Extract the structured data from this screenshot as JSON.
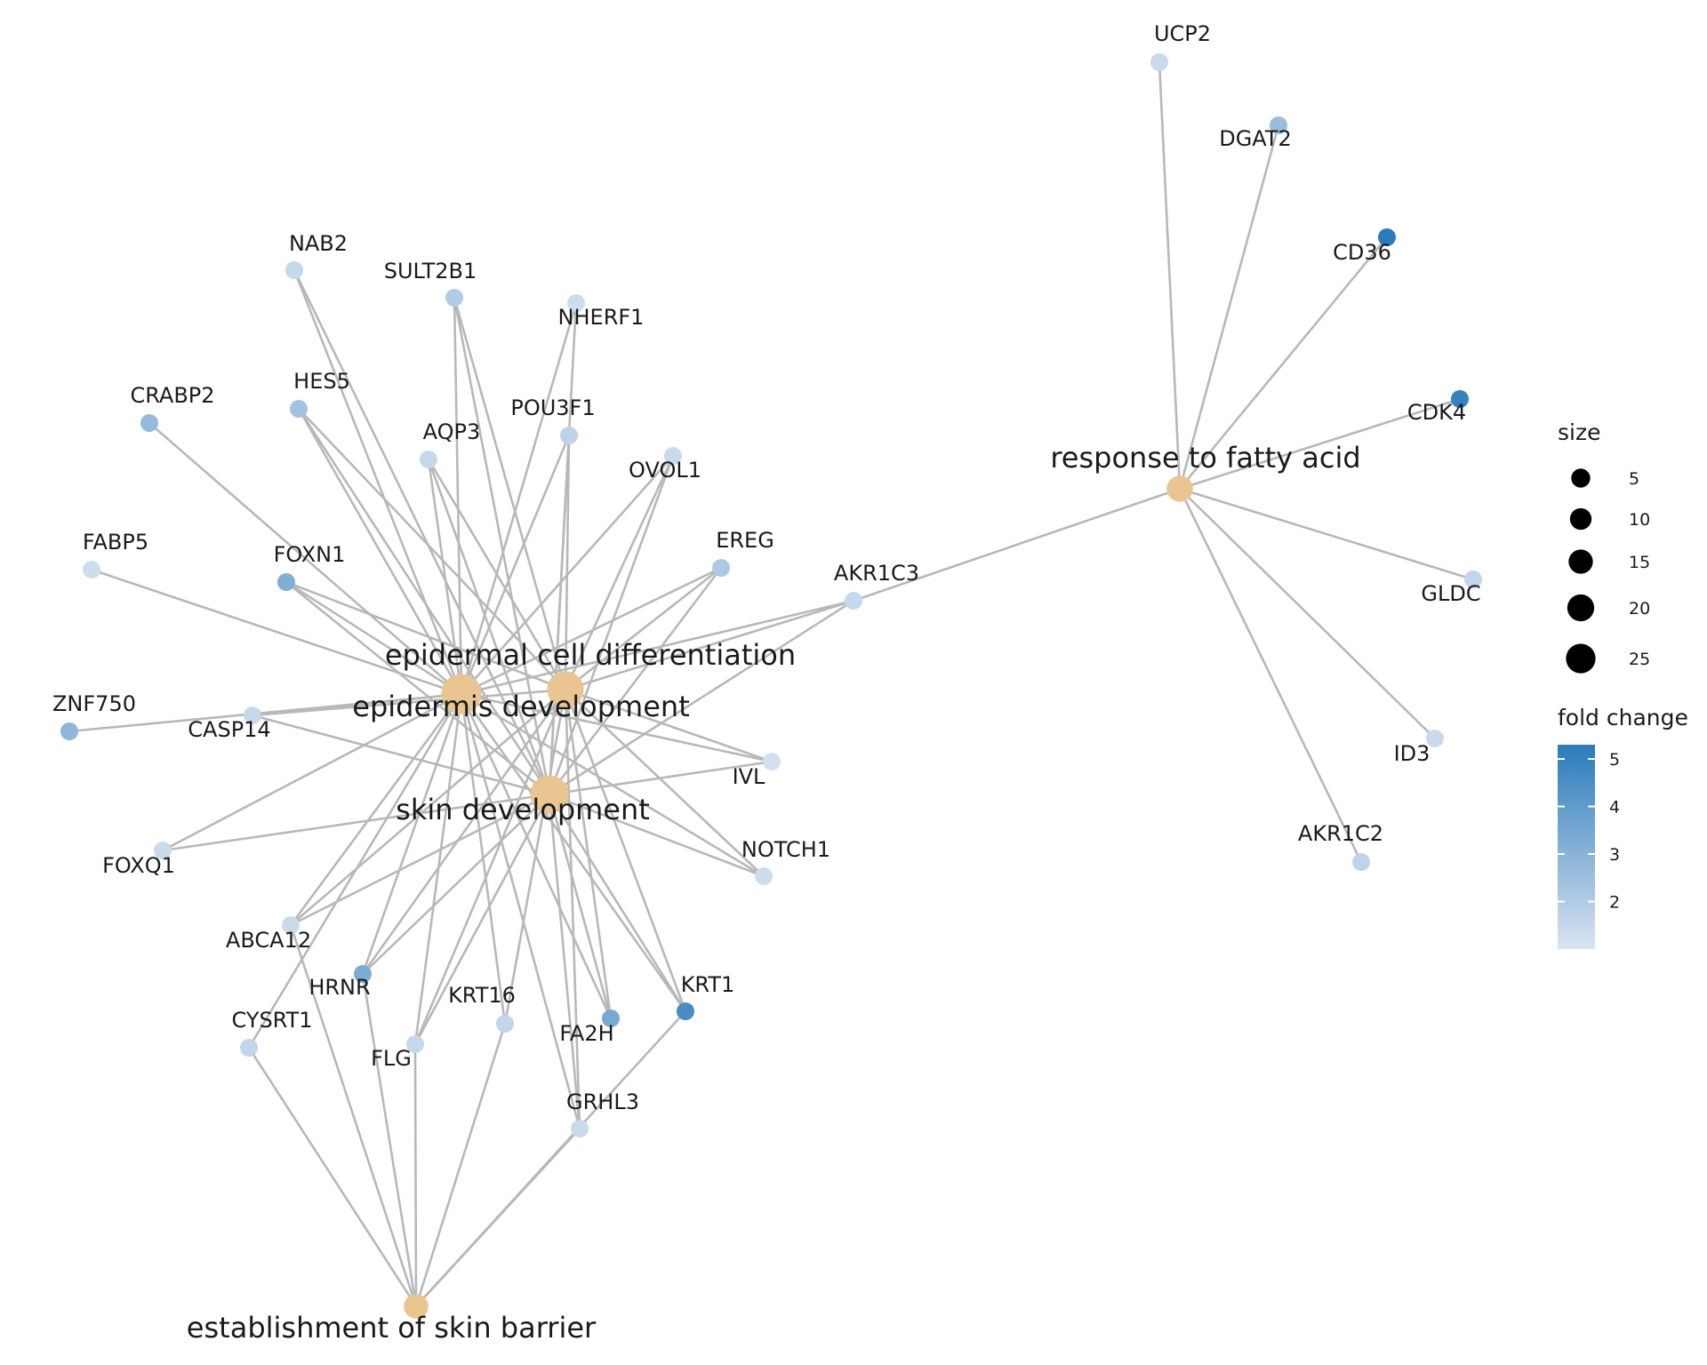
{
  "terms": [
    {
      "id": "epidermal_cell_differentiation",
      "label": "epidermal cell differentiation",
      "size": 22
    },
    {
      "id": "epidermis_development",
      "label": "epidermis development",
      "size": 26
    },
    {
      "id": "skin_development",
      "label": "skin development",
      "size": 24
    },
    {
      "id": "establishment_of_skin_barrier",
      "label": "establishment of skin barrier",
      "size": 8
    },
    {
      "id": "response_to_fatty_acid",
      "label": "response to fatty acid",
      "size": 10
    }
  ],
  "genes": [
    {
      "id": "UCP2",
      "label": "UCP2",
      "fold_change": 1.4
    },
    {
      "id": "DGAT2",
      "label": "DGAT2",
      "fold_change": 2.6
    },
    {
      "id": "CD36",
      "label": "CD36",
      "fold_change": 5.3
    },
    {
      "id": "CDK4",
      "label": "CDK4",
      "fold_change": 5.0
    },
    {
      "id": "GLDC",
      "label": "GLDC",
      "fold_change": 1.6
    },
    {
      "id": "ID3",
      "label": "ID3",
      "fold_change": 1.4
    },
    {
      "id": "AKR1C2",
      "label": "AKR1C2",
      "fold_change": 1.7
    },
    {
      "id": "AKR1C3",
      "label": "AKR1C3",
      "fold_change": 1.5
    },
    {
      "id": "NAB2",
      "label": "NAB2",
      "fold_change": 1.5
    },
    {
      "id": "SULT2B1",
      "label": "SULT2B1",
      "fold_change": 2.0
    },
    {
      "id": "NHERF1",
      "label": "NHERF1",
      "fold_change": 1.3
    },
    {
      "id": "CRABP2",
      "label": "CRABP2",
      "fold_change": 2.7
    },
    {
      "id": "HES5",
      "label": "HES5",
      "fold_change": 2.4
    },
    {
      "id": "POU3F1",
      "label": "POU3F1",
      "fold_change": 1.7
    },
    {
      "id": "AQP3",
      "label": "AQP3",
      "fold_change": 1.5
    },
    {
      "id": "OVOL1",
      "label": "OVOL1",
      "fold_change": 1.4
    },
    {
      "id": "EREG",
      "label": "EREG",
      "fold_change": 2.1
    },
    {
      "id": "FABP5",
      "label": "FABP5",
      "fold_change": 1.3
    },
    {
      "id": "FOXN1",
      "label": "FOXN1",
      "fold_change": 3.2
    },
    {
      "id": "ZNF750",
      "label": "ZNF750",
      "fold_change": 2.9
    },
    {
      "id": "CASP14",
      "label": "CASP14",
      "fold_change": 1.5
    },
    {
      "id": "IVL",
      "label": "IVL",
      "fold_change": 1.2
    },
    {
      "id": "FOXQ1",
      "label": "FOXQ1",
      "fold_change": 1.4
    },
    {
      "id": "NOTCH1",
      "label": "NOTCH1",
      "fold_change": 1.3
    },
    {
      "id": "ABCA12",
      "label": "ABCA12",
      "fold_change": 1.4
    },
    {
      "id": "HRNR",
      "label": "HRNR",
      "fold_change": 3.3
    },
    {
      "id": "CYSRT1",
      "label": "CYSRT1",
      "fold_change": 1.6
    },
    {
      "id": "FLG",
      "label": "FLG",
      "fold_change": 1.5
    },
    {
      "id": "KRT16",
      "label": "KRT16",
      "fold_change": 1.6
    },
    {
      "id": "FA2H",
      "label": "FA2H",
      "fold_change": 3.4
    },
    {
      "id": "KRT1",
      "label": "KRT1",
      "fold_change": 4.6
    },
    {
      "id": "GRHL3",
      "label": "GRHL3",
      "fold_change": 1.4
    }
  ],
  "edges": [
    [
      "NAB2",
      "epidermis_development"
    ],
    [
      "NAB2",
      "skin_development"
    ],
    [
      "SULT2B1",
      "epidermis_development"
    ],
    [
      "SULT2B1",
      "skin_development"
    ],
    [
      "SULT2B1",
      "epidermal_cell_differentiation"
    ],
    [
      "NHERF1",
      "epidermis_development"
    ],
    [
      "NHERF1",
      "skin_development"
    ],
    [
      "CRABP2",
      "epidermis_development"
    ],
    [
      "HES5",
      "epidermis_development"
    ],
    [
      "HES5",
      "skin_development"
    ],
    [
      "HES5",
      "epidermal_cell_differentiation"
    ],
    [
      "POU3F1",
      "epidermis_development"
    ],
    [
      "POU3F1",
      "epidermal_cell_differentiation"
    ],
    [
      "POU3F1",
      "skin_development"
    ],
    [
      "AQP3",
      "epidermis_development"
    ],
    [
      "AQP3",
      "epidermal_cell_differentiation"
    ],
    [
      "AQP3",
      "skin_development"
    ],
    [
      "OVOL1",
      "epidermis_development"
    ],
    [
      "OVOL1",
      "epidermal_cell_differentiation"
    ],
    [
      "OVOL1",
      "skin_development"
    ],
    [
      "EREG",
      "epidermis_development"
    ],
    [
      "EREG",
      "epidermal_cell_differentiation"
    ],
    [
      "EREG",
      "skin_development"
    ],
    [
      "FABP5",
      "epidermis_development"
    ],
    [
      "FOXN1",
      "epidermis_development"
    ],
    [
      "FOXN1",
      "epidermal_cell_differentiation"
    ],
    [
      "FOXN1",
      "skin_development"
    ],
    [
      "ZNF750",
      "epidermis_development"
    ],
    [
      "CASP14",
      "epidermis_development"
    ],
    [
      "CASP14",
      "epidermal_cell_differentiation"
    ],
    [
      "CASP14",
      "skin_development"
    ],
    [
      "AKR1C3",
      "response_to_fatty_acid"
    ],
    [
      "AKR1C3",
      "epidermis_development"
    ],
    [
      "AKR1C3",
      "epidermal_cell_differentiation"
    ],
    [
      "AKR1C3",
      "skin_development"
    ],
    [
      "IVL",
      "epidermis_development"
    ],
    [
      "IVL",
      "epidermal_cell_differentiation"
    ],
    [
      "IVL",
      "skin_development"
    ],
    [
      "FOXQ1",
      "epidermis_development"
    ],
    [
      "FOXQ1",
      "skin_development"
    ],
    [
      "NOTCH1",
      "epidermis_development"
    ],
    [
      "NOTCH1",
      "epidermal_cell_differentiation"
    ],
    [
      "NOTCH1",
      "skin_development"
    ],
    [
      "ABCA12",
      "epidermis_development"
    ],
    [
      "ABCA12",
      "epidermal_cell_differentiation"
    ],
    [
      "ABCA12",
      "skin_development"
    ],
    [
      "ABCA12",
      "establishment_of_skin_barrier"
    ],
    [
      "HRNR",
      "epidermis_development"
    ],
    [
      "HRNR",
      "epidermal_cell_differentiation"
    ],
    [
      "HRNR",
      "skin_development"
    ],
    [
      "HRNR",
      "establishment_of_skin_barrier"
    ],
    [
      "CYSRT1",
      "epidermis_development"
    ],
    [
      "CYSRT1",
      "establishment_of_skin_barrier"
    ],
    [
      "FLG",
      "epidermis_development"
    ],
    [
      "FLG",
      "epidermal_cell_differentiation"
    ],
    [
      "FLG",
      "skin_development"
    ],
    [
      "FLG",
      "establishment_of_skin_barrier"
    ],
    [
      "KRT16",
      "epidermis_development"
    ],
    [
      "KRT16",
      "epidermal_cell_differentiation"
    ],
    [
      "KRT16",
      "establishment_of_skin_barrier"
    ],
    [
      "FA2H",
      "epidermis_development"
    ],
    [
      "FA2H",
      "epidermal_cell_differentiation"
    ],
    [
      "FA2H",
      "skin_development"
    ],
    [
      "KRT1",
      "epidermis_development"
    ],
    [
      "KRT1",
      "epidermal_cell_differentiation"
    ],
    [
      "KRT1",
      "skin_development"
    ],
    [
      "KRT1",
      "establishment_of_skin_barrier"
    ],
    [
      "GRHL3",
      "epidermis_development"
    ],
    [
      "GRHL3",
      "epidermal_cell_differentiation"
    ],
    [
      "GRHL3",
      "skin_development"
    ],
    [
      "GRHL3",
      "establishment_of_skin_barrier"
    ],
    [
      "UCP2",
      "response_to_fatty_acid"
    ],
    [
      "DGAT2",
      "response_to_fatty_acid"
    ],
    [
      "CD36",
      "response_to_fatty_acid"
    ],
    [
      "CDK4",
      "response_to_fatty_acid"
    ],
    [
      "GLDC",
      "response_to_fatty_acid"
    ],
    [
      "ID3",
      "response_to_fatty_acid"
    ],
    [
      "AKR1C2",
      "response_to_fatty_acid"
    ]
  ],
  "legend": {
    "size_title": "size",
    "size_values": [
      5,
      10,
      15,
      20,
      25
    ],
    "size_ticks": [
      "5",
      "10",
      "15",
      "20",
      "25"
    ],
    "color_title": "fold change",
    "color_range": [
      1,
      5.3
    ],
    "color_ticks": [
      2,
      3,
      4,
      5
    ],
    "color_tick_labels": [
      "2",
      "3",
      "4",
      "5"
    ],
    "color_low": "#dae4f2",
    "color_high": "#2b7bba"
  },
  "colors": {
    "term_node": "#e8c591",
    "edge": "#b8b8b8",
    "text": "#1a1a1a"
  }
}
